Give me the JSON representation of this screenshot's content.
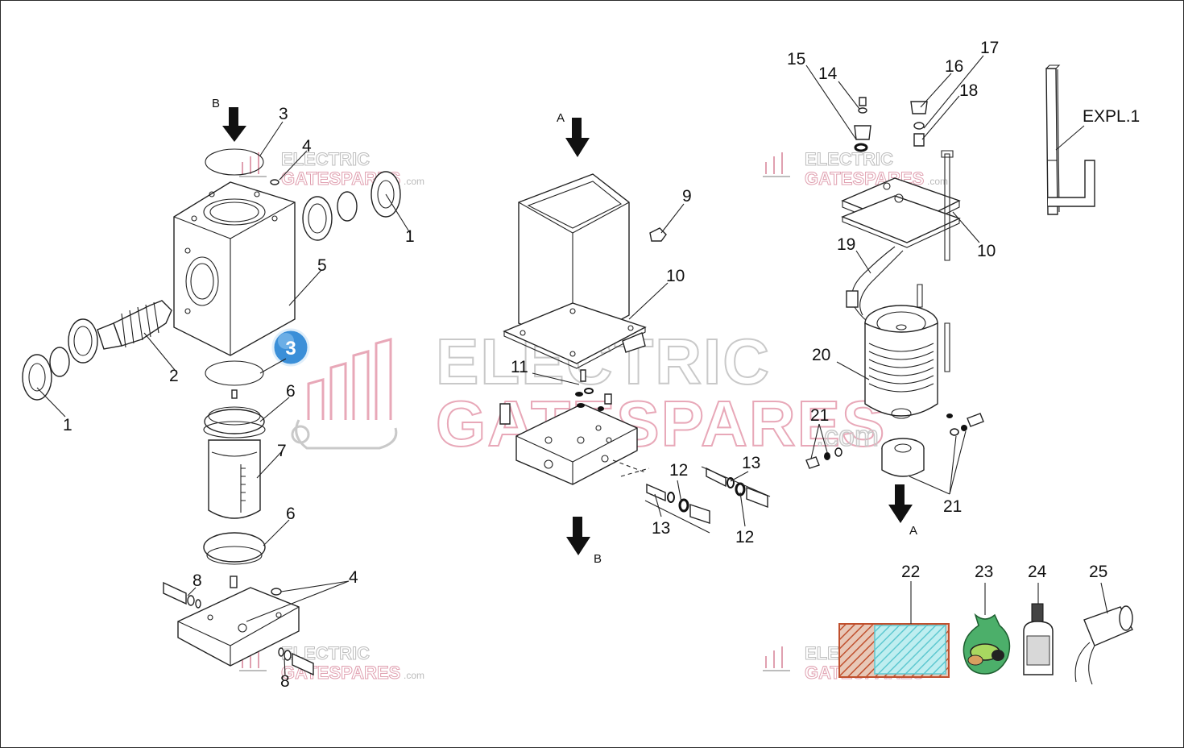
{
  "watermark": {
    "line1": "ELECTRIC",
    "line2": "GATESPARES",
    "suffix": ".com"
  },
  "badge": {
    "value": "3",
    "color": "#3b8fd8"
  },
  "arrows": {
    "a": "A",
    "b": "B"
  },
  "expl_label": "EXPL.1",
  "callouts": {
    "c1a": "1",
    "c1b": "1",
    "c2": "2",
    "c3": "3",
    "c4a": "4",
    "c4b": "4",
    "c5": "5",
    "c6a": "6",
    "c6b": "6",
    "c7": "7",
    "c8a": "8",
    "c8b": "8",
    "c9": "9",
    "c10a": "10",
    "c10b": "10",
    "c11": "11",
    "c12a": "12",
    "c12b": "12",
    "c13a": "13",
    "c13b": "13",
    "c14": "14",
    "c15": "15",
    "c16": "16",
    "c17": "17",
    "c18": "18",
    "c19": "19",
    "c20": "20",
    "c21a": "21",
    "c21b": "21",
    "c22": "22",
    "c23": "23",
    "c24": "24",
    "c25": "25"
  },
  "colors": {
    "kit_red": "#c0502e",
    "kit_cyan": "#5ec8d0",
    "bag_green": "#4caf6a",
    "watermark_pink": "#e8a8b8",
    "watermark_gray": "#c9c9c9"
  }
}
